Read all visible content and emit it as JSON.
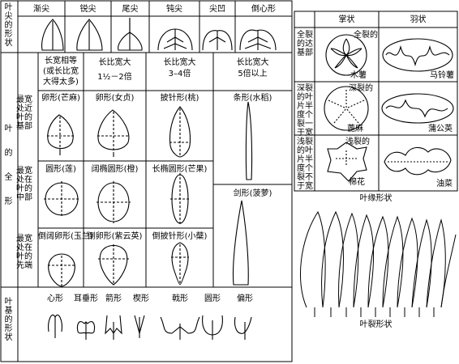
{
  "apex": {
    "row_label": "叶尖的形状",
    "items": [
      "渐尖",
      "锐尖",
      "尾尖",
      "钝尖",
      "尖凹",
      "倒心形"
    ]
  },
  "ratios": [
    {
      "line1": "长宽相等",
      "line2": "(或长比宽",
      "line3": "大得太多)"
    },
    {
      "line1": "长比宽大",
      "line2": "1½－2倍"
    },
    {
      "line1": "长比宽大",
      "line2": "3–4倍"
    },
    {
      "line1": "长比宽大",
      "line2": "5倍以上"
    }
  ],
  "whole": {
    "label": "叶的全形",
    "sub_labels": [
      "最宽处近叶的基部",
      "最宽处在叶的中部",
      "最宽处在叶的先端"
    ]
  },
  "shapes": {
    "r1": [
      "卵形(芒麻)",
      "卵形(女贞)",
      "披针形(桃)",
      "条形(水稻)"
    ],
    "r2": [
      "圆形(莲)",
      "阔椭圆形(橙)",
      "长椭圆形(芒果)"
    ],
    "r3": [
      "倒阔卵形(玉兰)",
      "倒卵形(紫云英)",
      "倒披针形(小蘗)"
    ],
    "sword": "剑形(菠萝)"
  },
  "base": {
    "row_label": "叶基的形状",
    "items": [
      "心形",
      "耳垂形",
      "箭形",
      "楔形",
      "戟形",
      "圆形",
      "偏形"
    ]
  },
  "margin_table": {
    "headers": [
      "掌状",
      "羽状"
    ],
    "rows": [
      {
        "label": "全裂的达基部",
        "palmate_type": "全裂的",
        "palmate_example": "木薯",
        "pinnate_example": "马铃薯"
      },
      {
        "label": "深裂的叶片半度个裂一于宽",
        "palmate_type": "深裂的",
        "palmate_example": "蓖麻",
        "pinnate_example": "蒲公英"
      },
      {
        "label": "浅裂的叶片半度个裂不于宽",
        "palmate_type": "浅裂的",
        "palmate_example": "棉花",
        "pinnate_example": "油菜"
      }
    ]
  },
  "captions": {
    "margin": "叶缘形状",
    "lobing": "叶裂形状"
  }
}
